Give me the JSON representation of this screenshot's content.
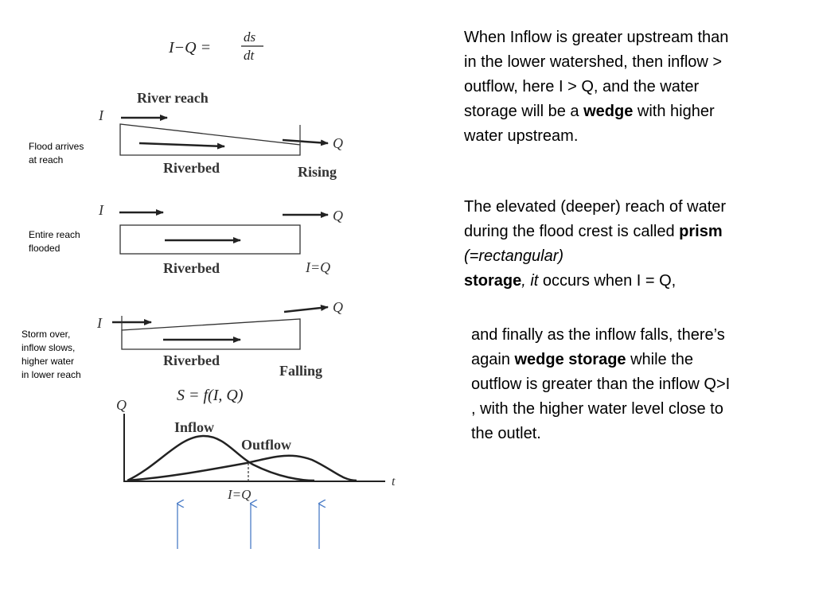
{
  "equations": {
    "continuity": "I−Q = ds/dt",
    "continuity_lhs": "I−Q =",
    "continuity_num": "ds",
    "continuity_den": "dt",
    "storage_function": "S = f(I, Q)"
  },
  "diagram": {
    "river_reach_label": "River reach",
    "riverbed_label": "Riverbed",
    "inflow_symbol": "I",
    "outflow_symbol": "Q",
    "stage_rising": "Rising",
    "stage_equal": "I=Q",
    "stage_falling": "Falling"
  },
  "side_labels": {
    "flood_arrives": [
      "Flood arrives",
      "at reach"
    ],
    "entire_reach": [
      "Entire reach",
      "flooded"
    ],
    "storm_over": [
      "Storm over,",
      "inflow slows,",
      "higher water",
      "in lower reach"
    ]
  },
  "hydrograph": {
    "y_axis_label": "Q",
    "x_axis_label": "t",
    "inflow_label": "Inflow",
    "outflow_label": "Outflow",
    "crossing_label": "I=Q"
  },
  "paragraphs": {
    "p1": {
      "before": "When Inflow is greater upstream than in the lower watershed, then inflow > outflow, here I > Q, and the water storage will be a ",
      "bold": "wedge",
      "after": " with higher water upstream."
    },
    "p2": {
      "before": "The elevated (deeper) reach of water during the flood crest is called ",
      "bold1": "prism",
      "italic1": " (=rectangular)",
      "bold2": "storage",
      "italic2": ", it",
      "after": " occurs when I = Q,"
    },
    "p3": {
      "before": "and finally as the inflow falls, there’s again ",
      "bold": "wedge storage",
      "after": " while the outflow is greater than the inflow Q>I , with the higher water level close to the outlet."
    }
  },
  "colors": {
    "pointer_arrow": "#4a7cc7",
    "ink": "#222222"
  }
}
